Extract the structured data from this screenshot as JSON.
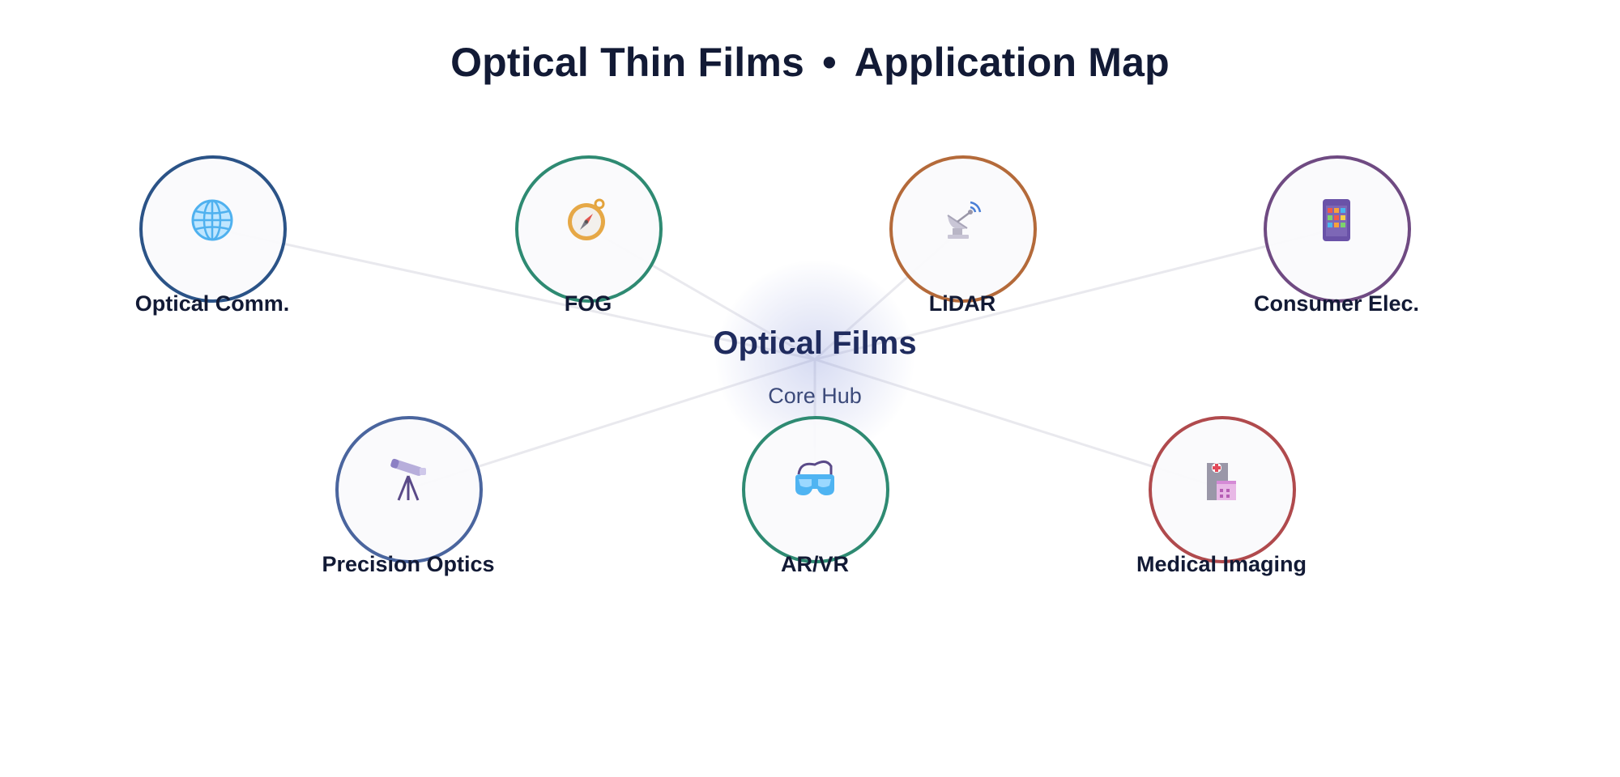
{
  "header": {
    "title_left": "Optical Thin Films",
    "separator": "•",
    "title_right": "Application Map"
  },
  "hub": {
    "title": "Optical Films",
    "subtitle": "Core Hub"
  },
  "nodes": [
    {
      "label": "Optical Comm.",
      "icon": "globe-icon",
      "color": "#2b5387"
    },
    {
      "label": "FOG",
      "icon": "compass-icon",
      "color": "#2e8a72"
    },
    {
      "label": "LiDAR",
      "icon": "satellite-dish-icon",
      "color": "#b46a3a"
    },
    {
      "label": "Consumer Elec.",
      "icon": "smartphone-icon",
      "color": "#6f4a82"
    },
    {
      "label": "Precision Optics",
      "icon": "telescope-icon",
      "color": "#4a659e"
    },
    {
      "label": "AR/VR",
      "icon": "goggles-icon",
      "color": "#2e8a72"
    },
    {
      "label": "Medical Imaging",
      "icon": "hospital-icon",
      "color": "#b04a4d"
    }
  ],
  "colors": {
    "title": "#121a35",
    "hub_title": "#1f2b5e",
    "link_line": "#e9e9ee"
  }
}
